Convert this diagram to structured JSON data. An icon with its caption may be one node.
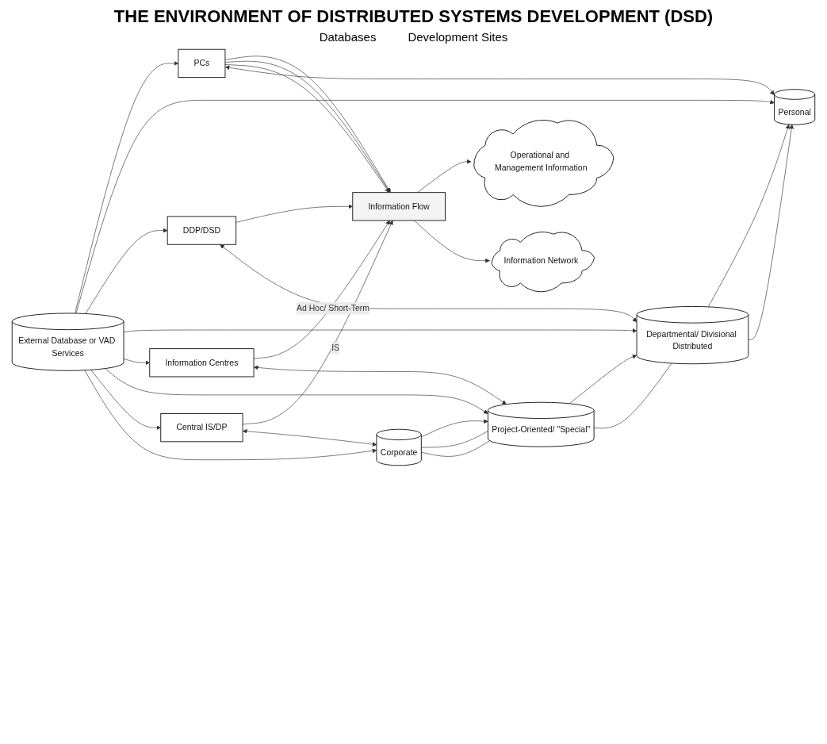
{
  "diagram": {
    "title": "THE ENVIRONMENT OF DISTRIBUTED SYSTEMS DEVELOPMENT (DSD)",
    "nodes": [
      {
        "text": [
          "Operational and Management Information"
        ]
      },
      {
        "text": [
          "Information Flow"
        ]
      },
      {
        "text": [
          "PCs"
        ]
      },
      {
        "text": [
          "Personal"
        ]
      },
      {
        "text": [
          "DDP/DSD"
        ]
      },
      {
        "text": [
          "Departmental/ Divisional Distributed"
        ]
      },
      {
        "text": [
          "Information Centres"
        ]
      },
      {
        "text": [
          "Project-Oriented/ \"Special\""
        ]
      },
      {
        "text": [
          "Central IS/DP"
        ]
      },
      {
        "text": [
          "Corporate"
        ]
      },
      {
        "text": [
          "Information Network"
        ]
      },
      {
        "text": [
          "External Database or VAD Services"
        ]
      }
    ],
    "edges": [
      {
        "from": 1,
        "to": 0,
        "arrow": "to"
      },
      {
        "from": 1,
        "to": 10,
        "arrow": "to"
      },
      {
        "from": 2,
        "to": 1,
        "arrow": "to"
      },
      {
        "from": 2,
        "to": 1,
        "arrow": "to"
      },
      {
        "from": 2,
        "to": 1,
        "arrow": "to"
      },
      {
        "from": 4,
        "to": 1,
        "arrow": "to"
      },
      {
        "from": 6,
        "to": 1,
        "label": "Ad Hoc/ Short-Term",
        "arrow": "to"
      },
      {
        "from": 8,
        "to": 1,
        "label": "IS",
        "arrow": "to"
      },
      {
        "from": 2,
        "to": 3,
        "arrow": "both"
      },
      {
        "from": 4,
        "to": 5,
        "arrow": "both"
      },
      {
        "from": 6,
        "to": 7,
        "arrow": "both"
      },
      {
        "from": 8,
        "to": 9,
        "arrow": "both"
      },
      {
        "from": 11,
        "to": 2,
        "arrow": "to"
      },
      {
        "from": 11,
        "to": 3,
        "arrow": "to"
      },
      {
        "from": 11,
        "to": 4,
        "arrow": "to"
      },
      {
        "from": 11,
        "to": 5,
        "arrow": "to"
      },
      {
        "from": 11,
        "to": 6,
        "arrow": "to"
      },
      {
        "from": 11,
        "to": 7,
        "arrow": "to"
      },
      {
        "from": 11,
        "to": 8,
        "arrow": "to"
      },
      {
        "from": 11,
        "to": 9,
        "arrow": "to"
      },
      {
        "from": 5,
        "to": 3,
        "arrow": "to"
      },
      {
        "from": 5,
        "to": 3,
        "arrow": "to"
      },
      {
        "from": 7,
        "to": 5,
        "arrow": "to"
      },
      {
        "from": 7,
        "to": 5,
        "arrow": "none"
      },
      {
        "from": 9,
        "to": 7,
        "arrow": "to"
      },
      {
        "from": 9,
        "to": 7,
        "arrow": "none"
      },
      {
        "from": 9,
        "to": 7,
        "arrow": "none"
      }
    ],
    "labels": [
      "Databases",
      "Development Sites"
    ]
  }
}
